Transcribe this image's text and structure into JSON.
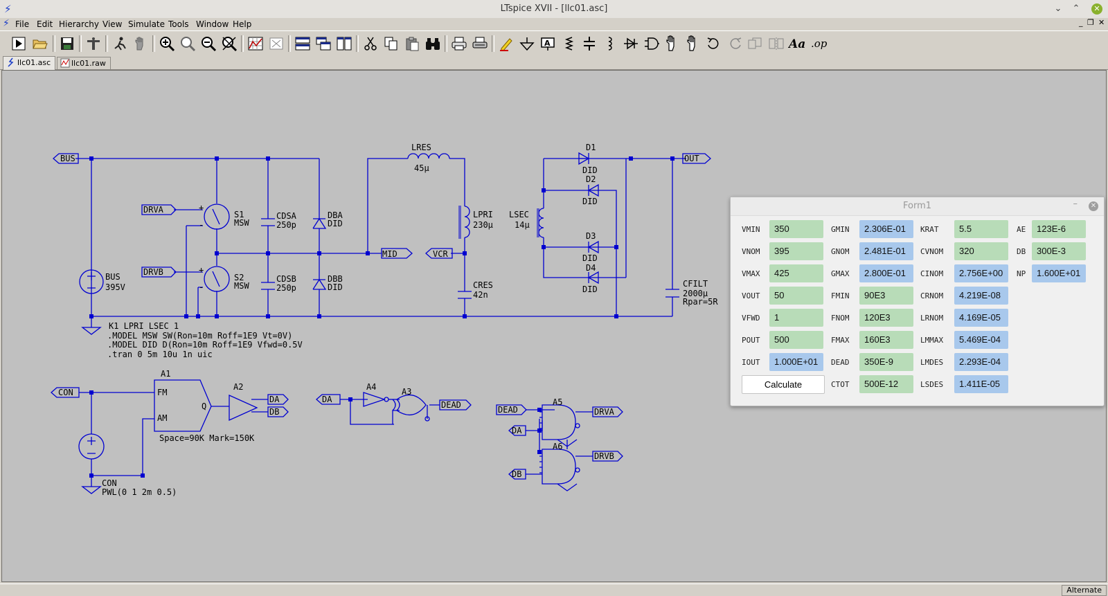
{
  "window": {
    "title": "LTspice XVII - [llc01.asc]"
  },
  "menu": [
    "File",
    "Edit",
    "Hierarchy",
    "View",
    "Simulate",
    "Tools",
    "Window",
    "Help"
  ],
  "tabs": [
    {
      "label": "llc01.asc",
      "icon": "schematic-icon"
    },
    {
      "label": "llc01.raw",
      "icon": "waveform-icon"
    }
  ],
  "toolbar": {
    "icons": [
      "run-icon",
      "open-icon",
      "save-icon",
      "control-panel-icon",
      "halt-icon",
      "hand-icon",
      "zoom-in-icon",
      "zoom-area-icon",
      "zoom-out-icon",
      "zoom-cancel-icon",
      "autorange-icon",
      "fit-icon",
      "tile-horizontal-icon",
      "cascade-icon",
      "tile-vertical-icon",
      "cut-icon",
      "copy-icon",
      "paste-icon",
      "find-icon",
      "print-icon",
      "print-setup-icon",
      "wire-icon",
      "ground-icon",
      "label-net-icon",
      "resistor-icon",
      "capacitor-icon",
      "inductor-icon",
      "diode-icon",
      "component-icon",
      "move-icon",
      "drag-icon",
      "undo-icon",
      "redo-icon",
      "rotate-icon",
      "mirror-icon",
      "text-icon",
      "spice-directive-icon"
    ],
    "op_label": ".op",
    "text_label": "Aa"
  },
  "schematic": {
    "netlabels": {
      "bus": "BUS",
      "drva": "DRVA",
      "drvb": "DRVB",
      "mid": "MID",
      "vcr": "VCR",
      "out": "OUT",
      "con": "CON",
      "con2": "CON",
      "da": "DA",
      "db": "DB",
      "da_in": "DA",
      "dead": "DEAD",
      "dead_in": "DEAD",
      "da_in2": "DA",
      "db_in2": "DB",
      "drva_out": "DRVA",
      "drvb_out": "DRVB"
    },
    "components": {
      "s1": {
        "name": "S1",
        "value": "MSW"
      },
      "s2": {
        "name": "S2",
        "value": "MSW"
      },
      "cdsa": {
        "name": "CDSA",
        "value": "250p"
      },
      "cdsb": {
        "name": "CDSB",
        "value": "250p"
      },
      "dba": {
        "name": "DBA",
        "value": "DID"
      },
      "dbb": {
        "name": "DBB",
        "value": "DID"
      },
      "lres": {
        "name": "LRES",
        "value": "45µ"
      },
      "lpri": {
        "name": "LPRI",
        "value": "230µ"
      },
      "cres": {
        "name": "CRES",
        "value": "42n"
      },
      "lsec": {
        "name": "LSEC",
        "value": "14µ"
      },
      "d1": {
        "name": "D1",
        "value": "DID"
      },
      "d2": {
        "name": "D2",
        "value": "DID"
      },
      "d3": {
        "name": "D3",
        "value": "DID"
      },
      "d4": {
        "name": "D4",
        "value": "DID"
      },
      "cfilt": {
        "name": "CFILT",
        "value": "2000µ",
        "extra": "Rpar=5R"
      },
      "bus_src": {
        "name": "BUS",
        "value": "395V"
      },
      "a1": {
        "name": "A1",
        "pin_fm": "FM",
        "pin_am": "AM",
        "pin_q": "Q",
        "param": "Space=90K Mark=150K"
      },
      "a2": {
        "name": "A2"
      },
      "a3": {
        "name": "A3"
      },
      "a4": {
        "name": "A4"
      },
      "a5": {
        "name": "A5"
      },
      "a6": {
        "name": "A6"
      },
      "con_src": {
        "name": "CON",
        "value": "PWL(0 1 2m 0.5)"
      }
    },
    "directives": [
      "K1 LPRI LSEC 1",
      ".MODEL MSW SW(Ron=10m Roff=1E9 Vt=0V)",
      ".MODEL DID D(Ron=10m Roff=1E9 Vfwd=0.5V",
      ".tran 0 5m 10u 1n uic"
    ]
  },
  "form": {
    "title": "Form1",
    "col1": [
      {
        "label": "VMIN",
        "value": "350",
        "kind": "input"
      },
      {
        "label": "VNOM",
        "value": "395",
        "kind": "input"
      },
      {
        "label": "VMAX",
        "value": "425",
        "kind": "input"
      },
      {
        "label": "VOUT",
        "value": "50",
        "kind": "input"
      },
      {
        "label": "VFWD",
        "value": "1",
        "kind": "input"
      },
      {
        "label": "POUT",
        "value": "500",
        "kind": "input"
      },
      {
        "label": "IOUT",
        "value": "1.000E+01",
        "kind": "output"
      }
    ],
    "col2": [
      {
        "label": "GMIN",
        "value": "2.306E-01",
        "kind": "output"
      },
      {
        "label": "GNOM",
        "value": "2.481E-01",
        "kind": "output"
      },
      {
        "label": "GMAX",
        "value": "2.800E-01",
        "kind": "output"
      },
      {
        "label": "FMIN",
        "value": "90E3",
        "kind": "input"
      },
      {
        "label": "FNOM",
        "value": "120E3",
        "kind": "input"
      },
      {
        "label": "FMAX",
        "value": "160E3",
        "kind": "input"
      },
      {
        "label": "DEAD",
        "value": "350E-9",
        "kind": "input"
      },
      {
        "label": "CTOT",
        "value": "500E-12",
        "kind": "input"
      }
    ],
    "col3": [
      {
        "label": "KRAT",
        "value": "5.5",
        "kind": "input"
      },
      {
        "label": "CVNOM",
        "value": "320",
        "kind": "input"
      },
      {
        "label": "CINOM",
        "value": "2.756E+00",
        "kind": "output"
      },
      {
        "label": "CRNOM",
        "value": "4.219E-08",
        "kind": "output"
      },
      {
        "label": "LRNOM",
        "value": "4.169E-05",
        "kind": "output"
      },
      {
        "label": "LMMAX",
        "value": "5.469E-04",
        "kind": "output"
      },
      {
        "label": "LMDES",
        "value": "2.293E-04",
        "kind": "output"
      },
      {
        "label": "LSDES",
        "value": "1.411E-05",
        "kind": "output"
      }
    ],
    "col4": [
      {
        "label": "AE",
        "value": "123E-6",
        "kind": "input"
      },
      {
        "label": "DB",
        "value": "300E-3",
        "kind": "input"
      },
      {
        "label": "NP",
        "value": "1.600E+01",
        "kind": "output"
      }
    ],
    "calculate_label": "Calculate",
    "colors": {
      "input": "#b8dcb8",
      "output": "#a8c8ec"
    }
  },
  "status": {
    "mode": "Alternate"
  }
}
